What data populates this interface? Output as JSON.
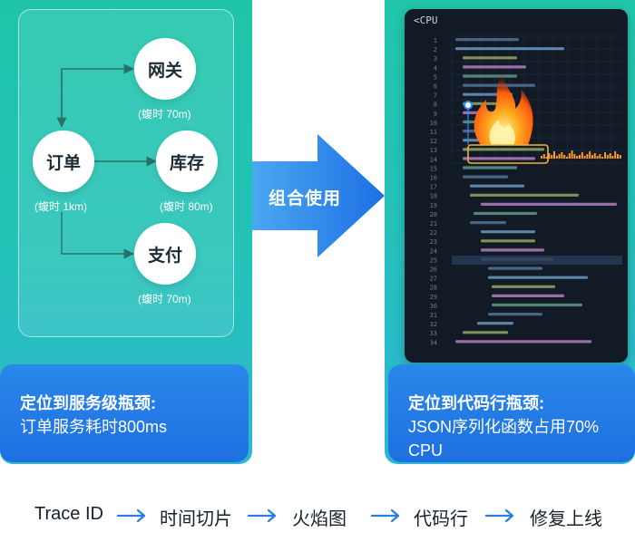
{
  "services": {
    "gateway": {
      "label": "网关",
      "note": "(蝮时 70m)"
    },
    "order": {
      "label": "订单",
      "note": "(蝮时 1km)"
    },
    "inventory": {
      "label": "库存",
      "note": "(蝮时 80m)"
    },
    "payment": {
      "label": "支付",
      "note": "(蝮时 70m)"
    }
  },
  "left_footer": {
    "title": "定位到服务级瓶颈:",
    "body": "订单服务耗时800ms"
  },
  "center": {
    "label": "组合使用"
  },
  "editor": {
    "title": "<CPU",
    "line_numbers": [
      "1",
      "2",
      "3",
      "4",
      "5",
      "6",
      "7",
      "8",
      "9",
      "10",
      "11",
      "12",
      "13",
      "14",
      "15",
      "16",
      "17",
      "18",
      "19",
      "20",
      "21",
      "22",
      "23",
      "24",
      "25",
      "26",
      "27",
      "28",
      "29",
      "30",
      "31",
      "32",
      "33",
      "34"
    ]
  },
  "right_footer": {
    "title": "定位到代码行瓶颈:",
    "body": "JSON序列化函数占用70% CPU"
  },
  "flow": {
    "steps": [
      "Trace ID",
      "时间切片",
      "火焰图",
      "代码行",
      "修复上线"
    ],
    "arrow_color": "#2a7de1"
  },
  "colors": {
    "accent_blue": "#1e6fe0",
    "teal": "#21c6a9",
    "flame": "#ff8a1a",
    "highlight": "#f2b233"
  }
}
